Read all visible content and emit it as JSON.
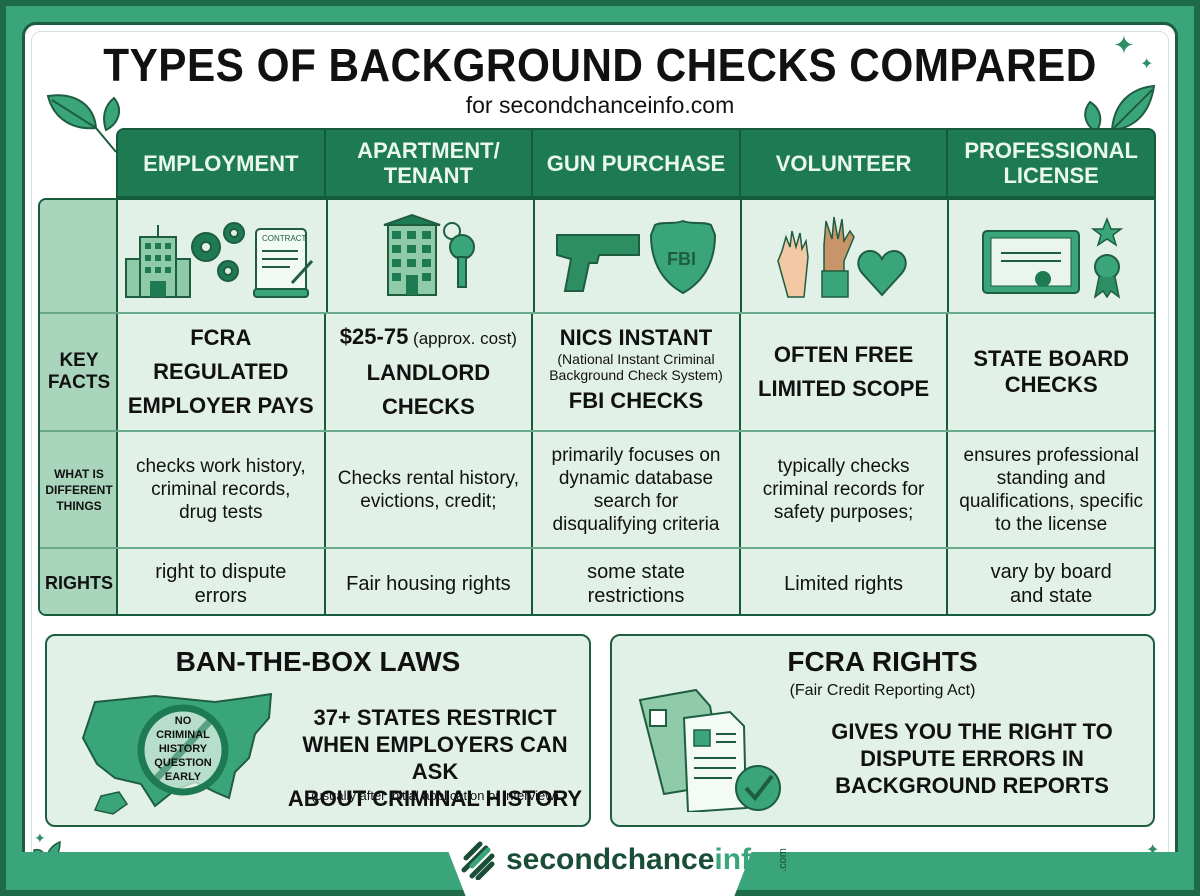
{
  "header": {
    "title": "TYPES OF BACKGROUND CHECKS COMPARED",
    "subtitle": "for secondchanceinfo.com"
  },
  "table": {
    "columns": [
      {
        "label": "EMPLOYMENT",
        "icons": [
          "office-building-icon",
          "gears-icon",
          "contract-icon"
        ]
      },
      {
        "label": "APARTMENT/\nTENANT",
        "icons": [
          "apartment-building-icon",
          "key-icon"
        ]
      },
      {
        "label": "GUN PURCHASE",
        "icons": [
          "handgun-icon",
          "fbi-badge-icon"
        ]
      },
      {
        "label": "VOLUNTEER",
        "icons": [
          "raised-hands-icon",
          "heart-icon"
        ]
      },
      {
        "label": "PROFESSIONAL\nLICENSE",
        "icons": [
          "certificate-icon",
          "star-icon",
          "award-ribbon-icon"
        ]
      }
    ],
    "row_labels": {
      "key_facts": "KEY\nFACTS",
      "what_is_different": "WHAT IS\nDIFFERENT\nTHINGS",
      "rights": "RIGHTS"
    },
    "key_facts": [
      {
        "line1": "FCRA REGULATED",
        "line2": "EMPLOYER PAYS"
      },
      {
        "line1_bold": "$25-75",
        "line1_note": " (approx. cost)",
        "line2": "LANDLORD CHECKS"
      },
      {
        "line1": "NICS INSTANT",
        "note": "(National Instant Criminal\nBackground Check System)",
        "line2": "FBI CHECKS"
      },
      {
        "line1": "OFTEN FREE",
        "line2": "LIMITED SCOPE"
      },
      {
        "line1": "STATE BOARD",
        "line2": "CHECKS"
      }
    ],
    "what_is_different": [
      "checks work history,\ncriminal records,\ndrug tests",
      "Checks rental history,\nevictions, credit;",
      "primarily focuses on\ndynamic database\nsearch for\ndisqualifying criteria",
      "typically checks\ncriminal records for\nsafety purposes;",
      "ensures professional\nstanding and\nqualifications, specific\nto the license"
    ],
    "rights": [
      "right to dispute\nerrors",
      "Fair housing rights",
      "some state\nrestrictions",
      "Limited rights",
      "vary by board\nand state"
    ]
  },
  "ban_the_box": {
    "title": "BAN-THE-BOX LAWS",
    "map_label": "NO\nCRIMINAL\nHISTORY\nQUESTION\nEARLY",
    "body": "37+ STATES RESTRICT\nWHEN EMPLOYERS CAN ASK\nABOUT CRIMINAL HISTORY",
    "note": "(usually after initial application or interview)"
  },
  "fcra": {
    "title": "FCRA RIGHTS",
    "subtitle": "(Fair Credit Reporting Act)",
    "body": "GIVES YOU THE RIGHT TO\nDISPUTE ERRORS IN\nBACKGROUND REPORTS"
  },
  "footer": {
    "brand_main": "secondchance",
    "brand_accent": "info",
    "brand_tld": ".com"
  },
  "colors": {
    "primary_green": "#1e7a52",
    "accent_green": "#3aa57a",
    "light_green_bg": "#e2f1e8",
    "row_label_bg": "#a9d5bd",
    "dark_border": "#165c3c"
  }
}
